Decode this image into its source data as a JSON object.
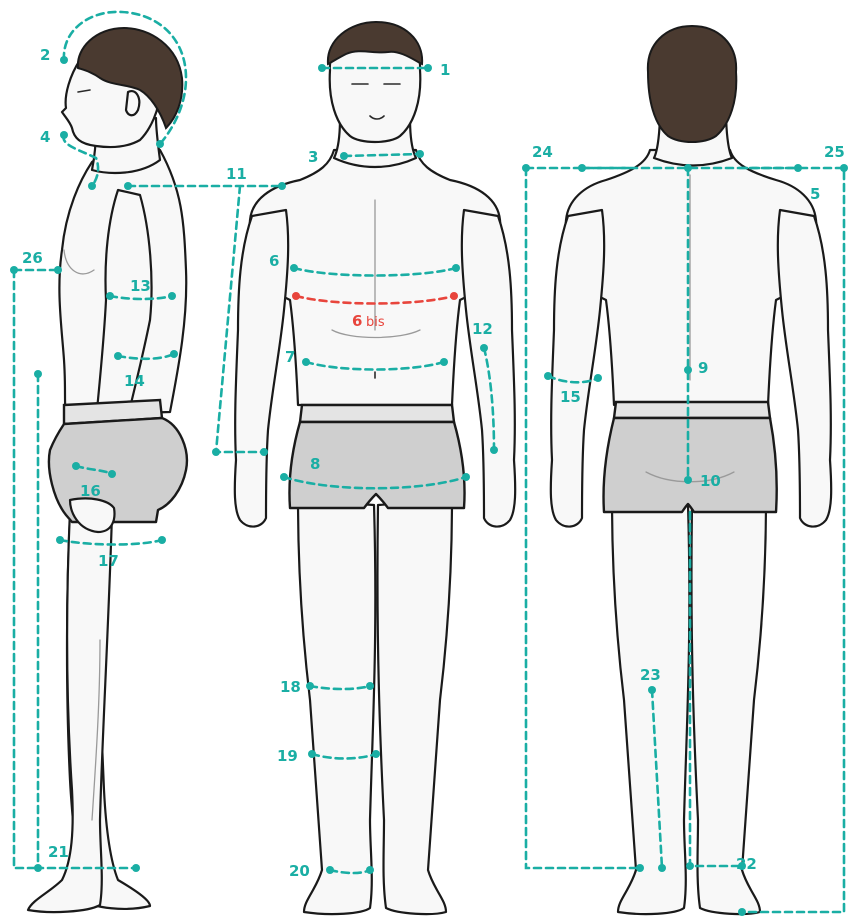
{
  "colors": {
    "measurement_line": "#1aaea4",
    "measurement_highlight": "#e8453c",
    "label_text": "#1aaea4",
    "highlight_text": "#e8453c",
    "shorts": "#cfcfcf",
    "hair": "#4a3a30"
  },
  "figures": [
    "side-view",
    "front-view",
    "back-view"
  ],
  "labels": {
    "m1": "1",
    "m2": "2",
    "m3": "3",
    "m4": "4",
    "m5": "5",
    "m6": "6",
    "m6bis_num": "6",
    "m6bis_suffix": "bis",
    "m7": "7",
    "m8": "8",
    "m9": "9",
    "m10": "10",
    "m11": "11",
    "m12": "12",
    "m13": "13",
    "m14": "14",
    "m15": "15",
    "m16": "16",
    "m17": "17",
    "m18": "18",
    "m19": "19",
    "m20": "20",
    "m21": "21",
    "m22": "22",
    "m23": "23",
    "m24": "24",
    "m25": "25",
    "m26": "26"
  }
}
